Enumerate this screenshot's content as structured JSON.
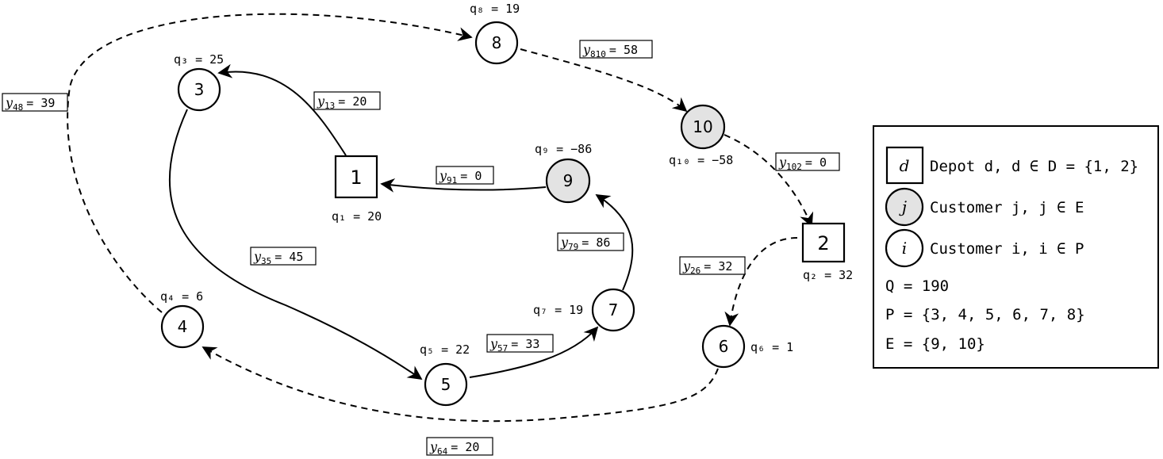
{
  "nodes": [
    {
      "id": "1",
      "label": "1",
      "shape": "square",
      "q": "q₁ = 20"
    },
    {
      "id": "2",
      "label": "2",
      "shape": "square",
      "q": "q₂ = 32"
    },
    {
      "id": "3",
      "label": "3",
      "shape": "circle",
      "fill": "#ffffff",
      "q": "q₃ = 25"
    },
    {
      "id": "4",
      "label": "4",
      "shape": "circle",
      "fill": "#ffffff",
      "q": "q₄ = 6"
    },
    {
      "id": "5",
      "label": "5",
      "shape": "circle",
      "fill": "#ffffff",
      "q": "q₅ = 22"
    },
    {
      "id": "6",
      "label": "6",
      "shape": "circle",
      "fill": "#ffffff",
      "q": "q₆ = 1"
    },
    {
      "id": "7",
      "label": "7",
      "shape": "circle",
      "fill": "#ffffff",
      "q": "q₇ = 19"
    },
    {
      "id": "8",
      "label": "8",
      "shape": "circle",
      "fill": "#ffffff",
      "q": "q₈ = 19"
    },
    {
      "id": "9",
      "label": "9",
      "shape": "circle",
      "fill": "#e3e3e3",
      "q": "q₉ = −86"
    },
    {
      "id": "10",
      "label": "10",
      "shape": "circle",
      "fill": "#e3e3e3",
      "q": "q₁₀ = −58"
    }
  ],
  "edges": [
    {
      "from": "1",
      "to": "3",
      "style": "solid",
      "var": "y",
      "sub": "13",
      "value": "= 20"
    },
    {
      "from": "3",
      "to": "5",
      "style": "solid",
      "var": "y",
      "sub": "35",
      "value": "= 45"
    },
    {
      "from": "5",
      "to": "7",
      "style": "solid",
      "var": "y",
      "sub": "57",
      "value": "= 33"
    },
    {
      "from": "7",
      "to": "9",
      "style": "solid",
      "var": "y",
      "sub": "79",
      "value": "= 86"
    },
    {
      "from": "9",
      "to": "1",
      "style": "solid",
      "var": "y",
      "sub": "91",
      "value": "= 0"
    },
    {
      "from": "2",
      "to": "6",
      "style": "dashed",
      "var": "y",
      "sub": "26",
      "value": "= 32"
    },
    {
      "from": "6",
      "to": "4",
      "style": "dashed",
      "var": "y",
      "sub": "64",
      "value": "= 20"
    },
    {
      "from": "4",
      "to": "8",
      "style": "dashed",
      "var": "y",
      "sub": "48",
      "value": "= 39"
    },
    {
      "from": "8",
      "to": "10",
      "style": "dashed",
      "var": "y",
      "sub": "810",
      "value": "= 58"
    },
    {
      "from": "10",
      "to": "2",
      "style": "dashed",
      "var": "y",
      "sub": "102",
      "value": "= 0"
    }
  ],
  "legend": {
    "depot_symbol": "d",
    "depot_text": "Depot d, d ∈ D = {1, 2}",
    "e_symbol": "j",
    "e_text": "Customer j, j ∈ E",
    "p_symbol": "i",
    "p_text": "Customer i, i ∈ P",
    "q_line": "Q = 190",
    "p_line": "P = {3, 4, 5, 6, 7, 8}",
    "e_line": "E = {9, 10}"
  },
  "colors": {
    "customer_e_fill": "#e3e3e3",
    "customer_p_fill": "#ffffff",
    "stroke": "#000000"
  }
}
